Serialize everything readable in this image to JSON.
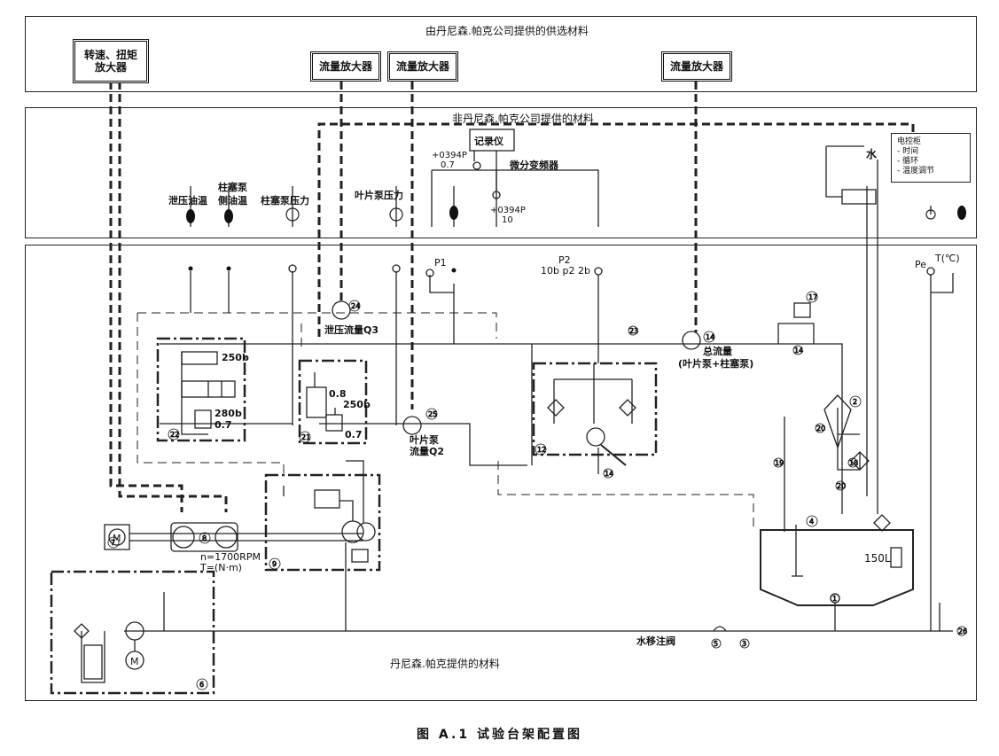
{
  "sections": {
    "supplier_optional": "由丹尼森.帕克公司提供的供选材料",
    "non_supplier": "非丹尼森.帕克公司提供的材料",
    "supplier": "丹尼森.帕克提供的材料"
  },
  "amplifiers": {
    "speed_torque": [
      "转速、扭矩",
      "放大器"
    ],
    "flow1": "流量放大器",
    "flow2": "流量放大器",
    "flow3": "流量放大器"
  },
  "recorder": "记录仪",
  "diff_transducer": "微分变频器",
  "transducer_codes": {
    "a": "+0394P",
    "a_val": "0.7",
    "b": "+0394P",
    "b_val": "10"
  },
  "control_cabinet": [
    "电控柜",
    "- 时间",
    "- 循环",
    "- 温度调节"
  ],
  "water": "水",
  "sensors": {
    "drain_temp": "泄压油温",
    "plunger_temp": [
      "柱塞泵",
      "侧油温"
    ],
    "plunger_pressure": "柱塞泵压力",
    "vane_pressure": "叶片泵压力"
  },
  "labels": {
    "p1": "P1",
    "p2": "P2",
    "p2_vals": "10b  p2  2b",
    "pe": "Pe",
    "temp": "T(℃)",
    "drain_flow": "泄压流量Q3",
    "vane_flow": [
      "叶片泵",
      "流量Q2"
    ],
    "total_flow": [
      "总流量",
      "(叶片泵+柱塞泵)"
    ],
    "valve_250b_a": "250b",
    "valve_280b": "280b",
    "valve_07_a": "0.7",
    "valve_08": "0.8",
    "valve_250b_b": "250b",
    "valve_07_b": "0.7",
    "rpm": "n=1700RPM",
    "torque": "T=(N·m)",
    "tank": "150L",
    "water_injection": "水移注阀"
  },
  "caption": "图 A.1   试验台架配置图"
}
